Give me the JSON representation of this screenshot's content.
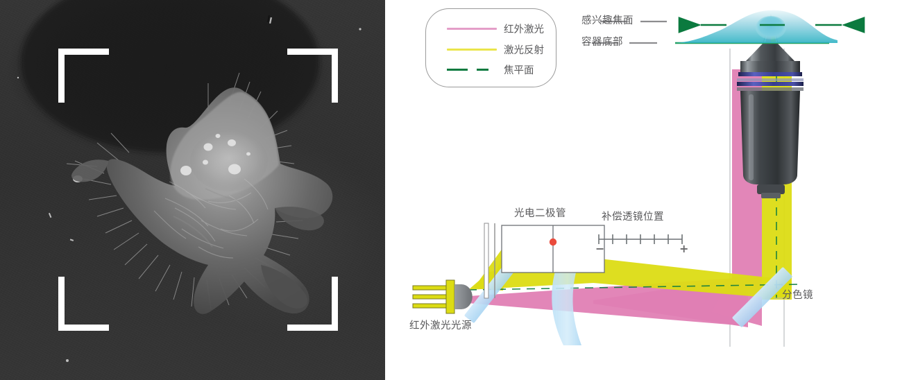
{
  "left_panel": {
    "name": "microscopy-image",
    "description": "Grayscale microscopy image of a single adherent cell with filopodia on a dark textured substrate",
    "overlay": "focus-brackets"
  },
  "diagram": {
    "title_none": "",
    "legend": {
      "items": [
        {
          "label": "红外激光",
          "color": "#e49ec8",
          "style": "solid",
          "name": "infrared-laser"
        },
        {
          "label": "激光反射",
          "color": "#eae54a",
          "style": "solid",
          "name": "laser-reflection"
        },
        {
          "label": "焦平面",
          "color": "#0b7a3f",
          "style": "dashed",
          "name": "focal-plane"
        }
      ]
    },
    "labels": {
      "focal_plane_of_interest": "感兴趣焦面",
      "container_bottom": "容器底部",
      "photodiode": "光电二极管",
      "compensation_lens_position": "补偿透镜位置",
      "infrared_laser_source": "红外激光光源",
      "dichroic_mirror": "分色镜"
    },
    "scale": {
      "minus": "−",
      "plus": "+",
      "tick_count": 7
    },
    "colors": {
      "laser_pink": "#e07fb4",
      "reflection_yellow": "#dcdc14",
      "focal_green": "#0b7a3f",
      "container_green": "#23a05f",
      "cell_cyan": "#63c9d8",
      "optic_blue": "#bfe0f5",
      "objective_dark": "#3a3d40",
      "objective_band": "#3b3f8a",
      "photodiode_dot": "#ea4b3c",
      "label_gray": "#59595b",
      "leader_gray": "#8d8d8f"
    }
  }
}
